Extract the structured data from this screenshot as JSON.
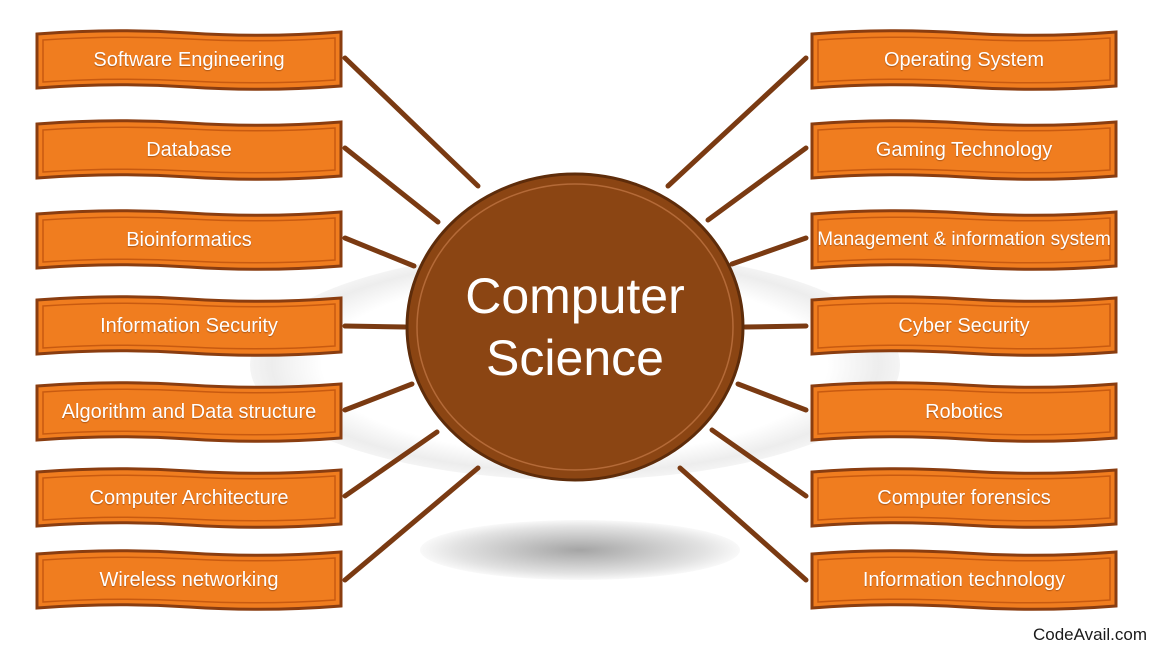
{
  "center": {
    "line1": "Computer",
    "line2": "Science"
  },
  "left_topics": [
    "Software Engineering",
    "Database",
    "Bioinformatics",
    "Information Security",
    "Algorithm and Data structure",
    "Computer Architecture",
    "Wireless networking"
  ],
  "right_topics": [
    "Operating System",
    "Gaming Technology",
    "Management & information system",
    "Cyber Security",
    "Robotics",
    "Computer forensics",
    "Information technology"
  ],
  "watermark": "CodeAvail.com",
  "colors": {
    "box_fill": "#f07d1f",
    "box_border": "#8a3d10",
    "connector": "#7a3a12",
    "hub_fill": "#8b4513",
    "hub_text": "#ffffff"
  }
}
